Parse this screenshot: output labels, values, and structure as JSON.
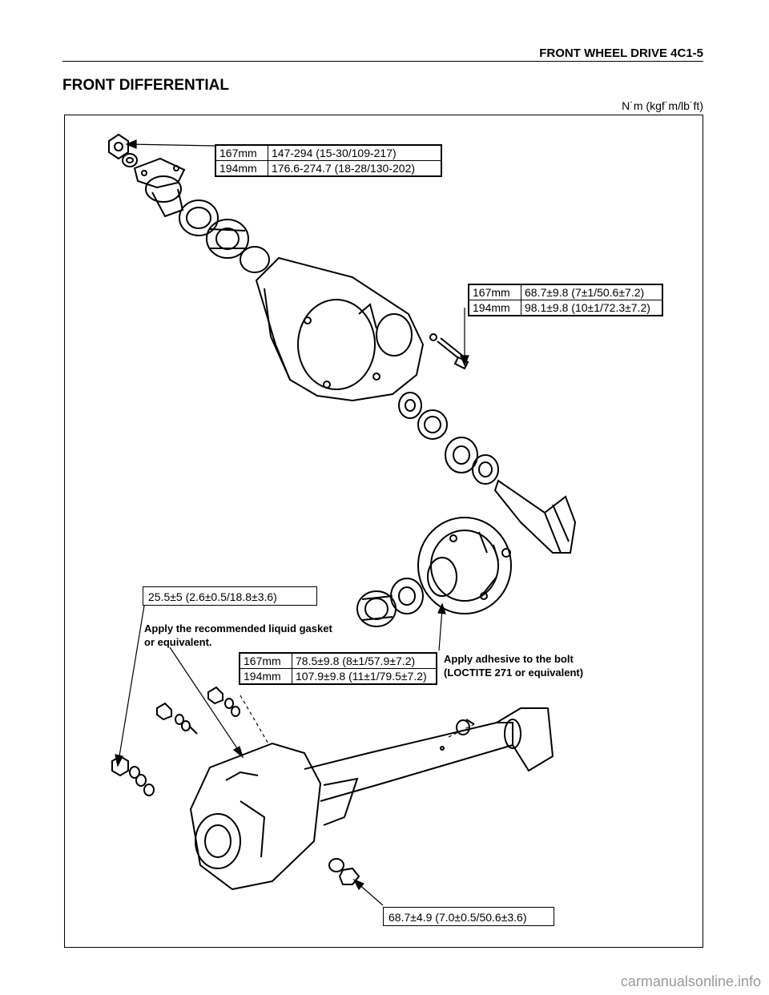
{
  "header": {
    "text": "FRONT WHEEL DRIVE  4C1-5"
  },
  "section": {
    "title": "FRONT DIFFERENTIAL",
    "units": "N˙m (kgf˙m/lb˙ft)"
  },
  "callouts": {
    "pinion_nut": {
      "rows": [
        {
          "size": "167mm",
          "value": "147-294 (15-30/109-217)"
        },
        {
          "size": "194mm",
          "value": "176.6-274.7 (18-28/130-202)"
        }
      ]
    },
    "carrier_bolt": {
      "rows": [
        {
          "size": "167mm",
          "value": "68.7±9.8 (7±1/50.6±7.2)"
        },
        {
          "size": "194mm",
          "value": "98.1±9.8 (10±1/72.3±7.2)"
        }
      ]
    },
    "ring_gear_bolt": {
      "rows": [
        {
          "size": "167mm",
          "value": "78.5±9.8 (8±1/57.9±7.2)"
        },
        {
          "size": "194mm",
          "value": "107.9±9.8 (11±1/79.5±7.2)"
        }
      ]
    },
    "housing_nut": {
      "value": "25.5±5 (2.6±0.5/18.8±3.6)"
    },
    "drain_plug": {
      "value": "68.7±4.9 (7.0±0.5/50.6±3.6)"
    }
  },
  "notes": {
    "gasket": [
      "Apply the recommended liquid gasket",
      "or equivalent."
    ],
    "adhesive": [
      "Apply adhesive to the bolt",
      "(LOCTITE 271 or equivalent)"
    ]
  },
  "footer": {
    "watermark": "carmanualsonline.info"
  }
}
